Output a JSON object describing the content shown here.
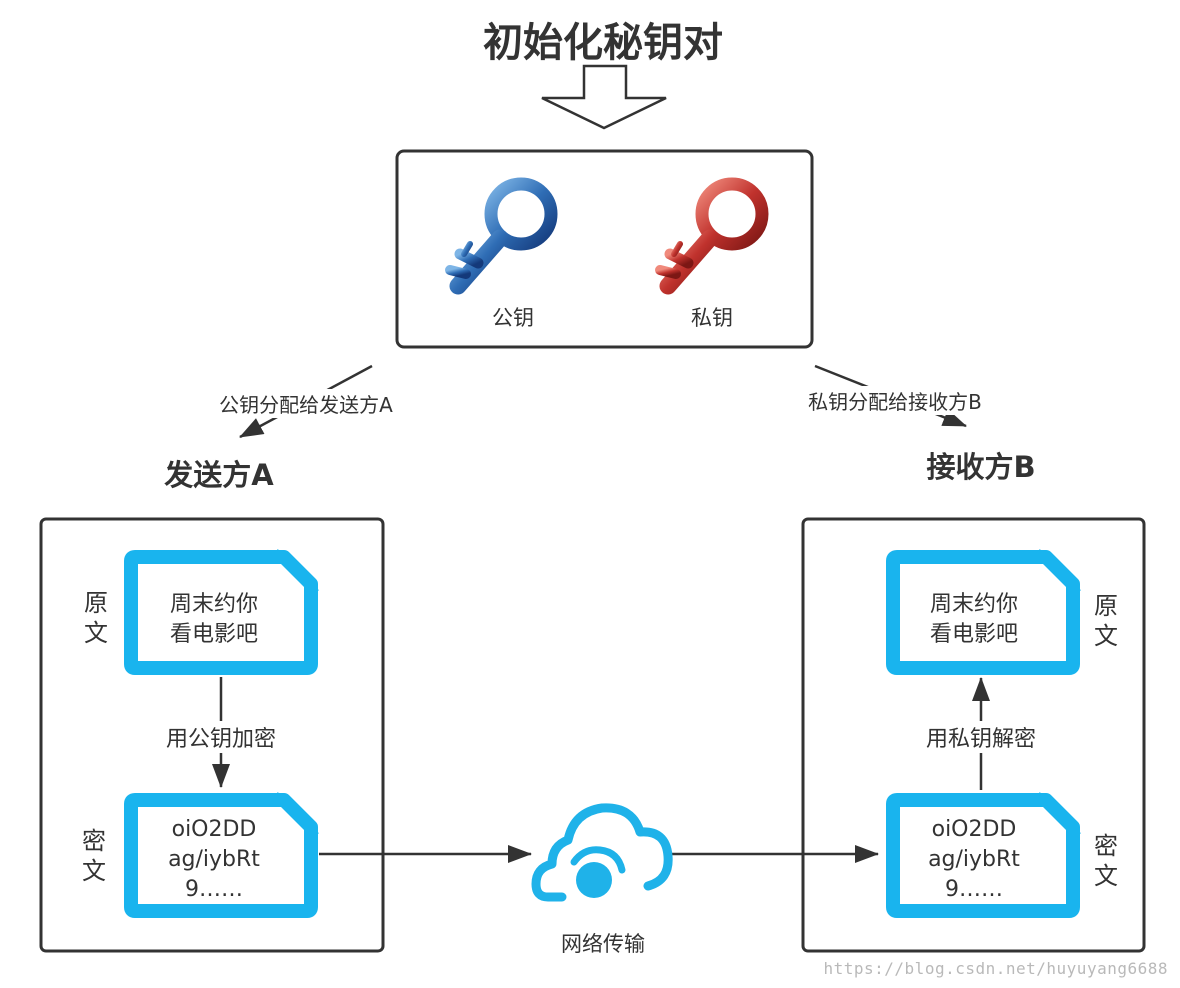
{
  "title": "初始化秘钥对",
  "keys": {
    "public_label": "公钥",
    "private_label": "私钥",
    "public_color": "#2f6db5",
    "private_color": "#c0322d"
  },
  "distribution": {
    "left_label": "公钥分配给发送方A",
    "right_label": "私钥分配给接收方B"
  },
  "sender": {
    "title": "发送方A",
    "plain_side_label": "原\n文",
    "plain_text": "周末约你\n看电影吧",
    "step_label": "用公钥加密",
    "cipher_side_label": "密\n文",
    "cipher_text": "oiO2DD\nag/iybRt\n9……"
  },
  "network": {
    "label": "网络传输",
    "color": "#1fb2e9"
  },
  "receiver": {
    "title": "接收方B",
    "plain_side_label": "原\n文",
    "plain_text": "周末约你\n看电影吧",
    "step_label": "用私钥解密",
    "cipher_side_label": "密\n文",
    "cipher_text": "oiO2DD\nag/iybRt\n9……"
  },
  "doc_color": "#19b4ee",
  "watermark": "https://blog.csdn.net/huyuyang6688"
}
